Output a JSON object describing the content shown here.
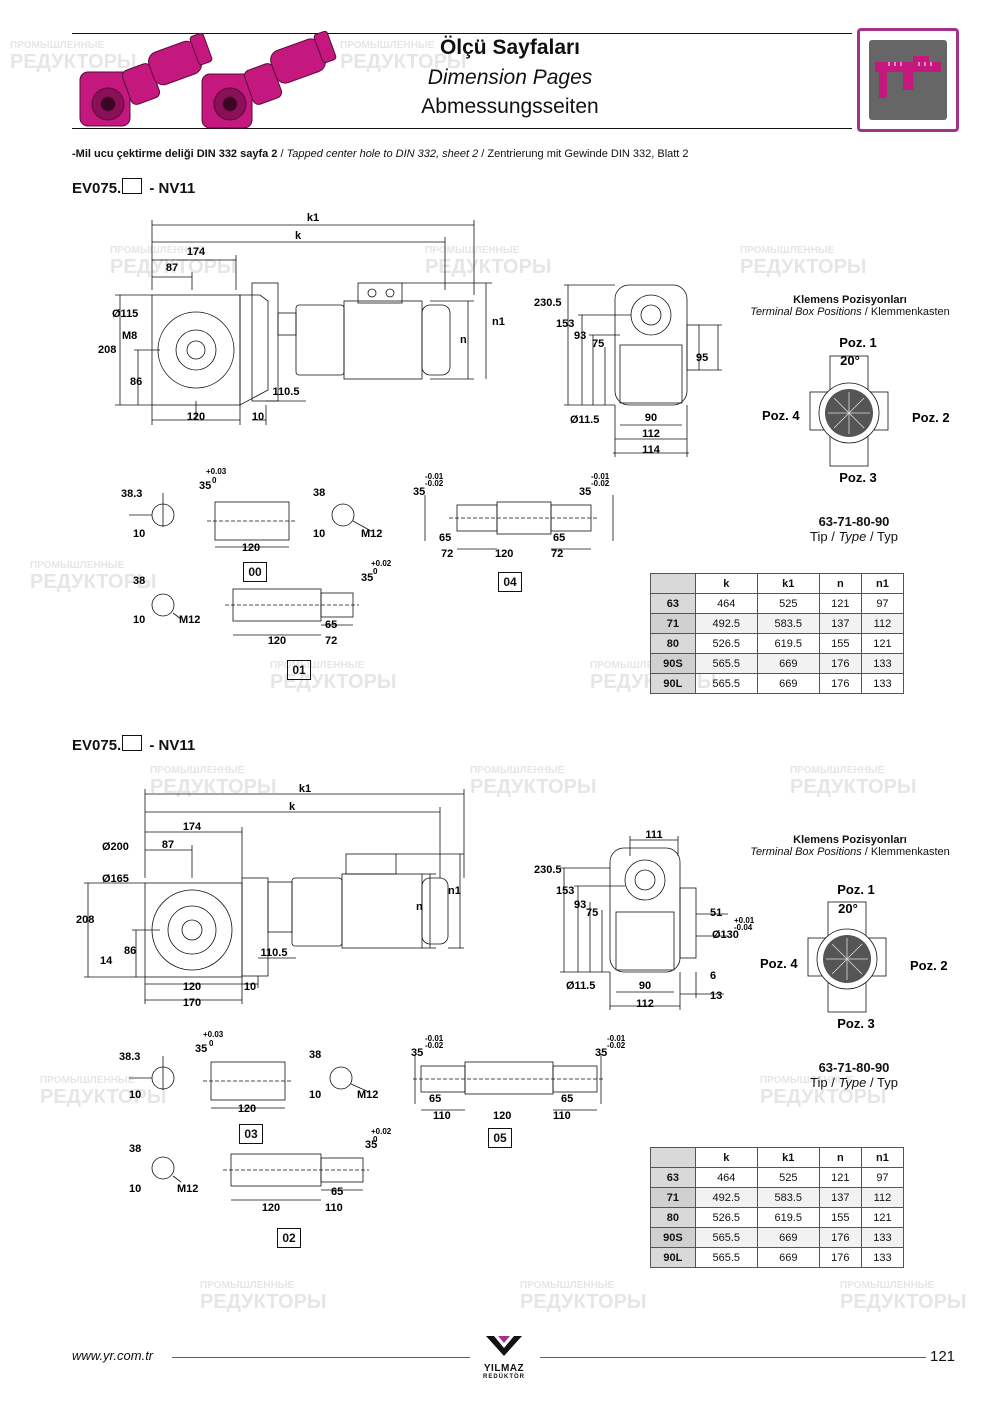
{
  "header": {
    "title_tr": "Ölçü Sayfaları",
    "title_en": "Dimension Pages",
    "title_de": "Abmessungsseiten"
  },
  "note": {
    "tr": "-Mil ucu çektirme deliği DIN 332 sayfa 2",
    "sep1": " / ",
    "en": "Tapped center hole to DIN 332, sheet 2",
    "sep2": " / ",
    "de": "Zentrierung mit Gewinde DIN 332, Blatt 2"
  },
  "watermark": {
    "line1": "ПРОМЫШЛЕННЫЕ",
    "line2": "РЕДУКТОРЫ"
  },
  "sections": [
    {
      "title_prefix": "EV075.",
      "title_suffix": " - NV11",
      "dims": {
        "k1": "k1",
        "k": "k",
        "d174": "174",
        "d87": "87",
        "d115": "Ø115",
        "m8": "M8",
        "d208": "208",
        "d86": "86",
        "d120": "120",
        "d10": "10",
        "d1105": "110.5",
        "n": "n",
        "n1": "n1",
        "d2305": "230.5",
        "d153": "153",
        "d93": "93",
        "d75": "75",
        "d95": "95",
        "d115b": "Ø11.5",
        "d90": "90",
        "d112": "112",
        "d114": "114"
      },
      "shafts": {
        "d383": "38.3",
        "d10": "10",
        "d35a": "35",
        "tol_a_up": "+0.03",
        "tol_a_lo": "0",
        "d120": "120",
        "label_a": "00",
        "d38": "38",
        "d10b": "10",
        "m12": "M12",
        "d35b": "35",
        "tol_b_up": "-0.01",
        "tol_b_lo": "-0.02",
        "d35c": "35",
        "tol_c_up": "-0.01",
        "tol_c_lo": "-0.02",
        "d65a": "65",
        "d72a": "72",
        "d120b": "120",
        "d65b": "65",
        "d72b": "72",
        "label_b": "04",
        "d38c": "38",
        "d10c": "10",
        "m12c": "M12",
        "d35d": "35",
        "tol_d_up": "+0.02",
        "tol_d_lo": "0",
        "d120c": "120",
        "d65c": "65",
        "d72c": "72",
        "label_c": "01"
      },
      "terminal": {
        "title_tr": "Klemens Pozisyonları",
        "title_en": "Terminal Box Positions",
        "sep": " / ",
        "title_de": "Klemmenkasten",
        "poz1": "Poz. 1",
        "poz2": "Poz. 2",
        "poz3": "Poz. 3",
        "poz4": "Poz. 4",
        "angle": "20°"
      },
      "types": {
        "sizes": "63-71-80-90",
        "tip": "Tip",
        "sep": " / ",
        "type_en": "Type",
        "type_de": "Typ"
      },
      "table": {
        "headers": [
          "",
          "k",
          "k1",
          "n",
          "n1"
        ],
        "rows": [
          [
            "63",
            "464",
            "525",
            "121",
            "97"
          ],
          [
            "71",
            "492.5",
            "583.5",
            "137",
            "112"
          ],
          [
            "80",
            "526.5",
            "619.5",
            "155",
            "121"
          ],
          [
            "90S",
            "565.5",
            "669",
            "176",
            "133"
          ],
          [
            "90L",
            "565.5",
            "669",
            "176",
            "133"
          ]
        ]
      }
    },
    {
      "title_prefix": "EV075.",
      "title_suffix": " - NV11",
      "dims": {
        "k1": "k1",
        "k": "k",
        "d174": "174",
        "d200": "Ø200",
        "d87": "87",
        "d165": "Ø165",
        "d208": "208",
        "d86": "86",
        "d14": "14",
        "d120": "120",
        "d10": "10",
        "d170": "170",
        "d1105": "110.5",
        "n": "n",
        "n1": "n1",
        "d111": "111",
        "d2305": "230.5",
        "d153": "153",
        "d93": "93",
        "d75": "75",
        "d51": "51",
        "d130": "Ø130",
        "tol_up": "+0.01",
        "tol_lo": "-0.04",
        "d115b": "Ø11.5",
        "d90": "90",
        "d6": "6",
        "d112": "112",
        "d13": "13"
      },
      "shafts": {
        "d383": "38.3",
        "d10": "10",
        "d35a": "35",
        "tol_a_up": "+0.03",
        "tol_a_lo": "0",
        "d120": "120",
        "label_a": "03",
        "d38": "38",
        "d10b": "10",
        "m12": "M12",
        "d35b": "35",
        "tol_b_up": "-0.01",
        "tol_b_lo": "-0.02",
        "d35c": "35",
        "tol_c_up": "-0.01",
        "tol_c_lo": "-0.02",
        "d65a": "65",
        "d110a": "110",
        "d120b": "120",
        "d65b": "65",
        "d110b": "110",
        "label_b": "05",
        "d38c": "38",
        "d10c": "10",
        "m12c": "M12",
        "d35d": "35",
        "tol_d_up": "+0.02",
        "tol_d_lo": "0",
        "d120c": "120",
        "d65c": "65",
        "d110c": "110",
        "label_c": "02"
      },
      "terminal": {
        "title_tr": "Klemens Pozisyonları",
        "title_en": "Terminal Box Positions",
        "sep": " / ",
        "title_de": "Klemmenkasten",
        "poz1": "Poz. 1",
        "poz2": "Poz. 2",
        "poz3": "Poz. 3",
        "poz4": "Poz. 4",
        "angle": "20°"
      },
      "types": {
        "sizes": "63-71-80-90",
        "tip": "Tip",
        "sep": " / ",
        "type_en": "Type",
        "type_de": "Typ"
      },
      "table": {
        "headers": [
          "",
          "k",
          "k1",
          "n",
          "n1"
        ],
        "rows": [
          [
            "63",
            "464",
            "525",
            "121",
            "97"
          ],
          [
            "71",
            "492.5",
            "583.5",
            "137",
            "112"
          ],
          [
            "80",
            "526.5",
            "619.5",
            "155",
            "121"
          ],
          [
            "90S",
            "565.5",
            "669",
            "176",
            "133"
          ],
          [
            "90L",
            "565.5",
            "669",
            "176",
            "133"
          ]
        ]
      }
    }
  ],
  "footer": {
    "url": "www.yr.com.tr",
    "brand": "YILMAZ",
    "brand_sub": "REDÜKTÖR",
    "page": "121"
  },
  "colors": {
    "accent": "#a3338a",
    "product": "#c4187e"
  }
}
